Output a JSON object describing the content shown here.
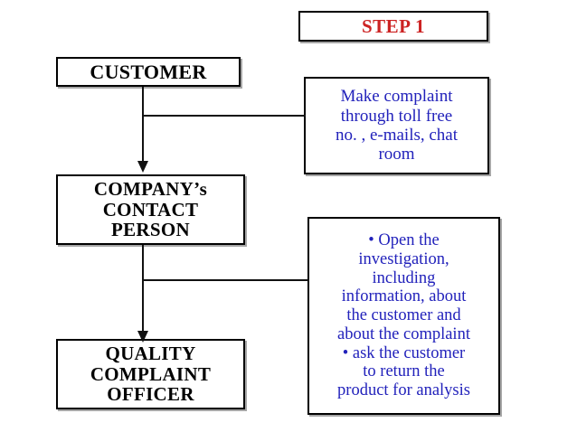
{
  "diagram": {
    "title_box": {
      "label": "STEP 1",
      "color": "#cc2222"
    },
    "flow_nodes": [
      {
        "name": "customer",
        "lines": [
          "CUSTOMER"
        ]
      },
      {
        "name": "company-contact-person",
        "lines": [
          "COMPANY’s",
          "CONTACT",
          "PERSON"
        ]
      },
      {
        "name": "quality-complaint-officer",
        "lines": [
          "QUALITY",
          "COMPLAINT",
          "OFFICER"
        ]
      }
    ],
    "note_boxes": [
      {
        "name": "complaint-channels-note",
        "color": "#2222bb",
        "lines": [
          "Make complaint",
          "through toll free",
          "no. , e-mails, chat",
          "room"
        ]
      },
      {
        "name": "investigation-actions-note",
        "color": "#2222bb",
        "lines": [
          "• Open the",
          "investigation,",
          "including",
          "information, about",
          "the customer and",
          "about the complaint",
          "• ask the customer",
          "to return the",
          "product for analysis"
        ]
      }
    ],
    "connectors": [
      {
        "name": "customer-to-contact-person",
        "from": "customer",
        "to": "company-contact-person",
        "branch_to": "complaint-channels-note",
        "arrow": "down"
      },
      {
        "name": "contact-person-to-quality-officer",
        "from": "company-contact-person",
        "to": "quality-complaint-officer",
        "branch_to": "investigation-actions-note",
        "arrow": "down"
      }
    ]
  }
}
